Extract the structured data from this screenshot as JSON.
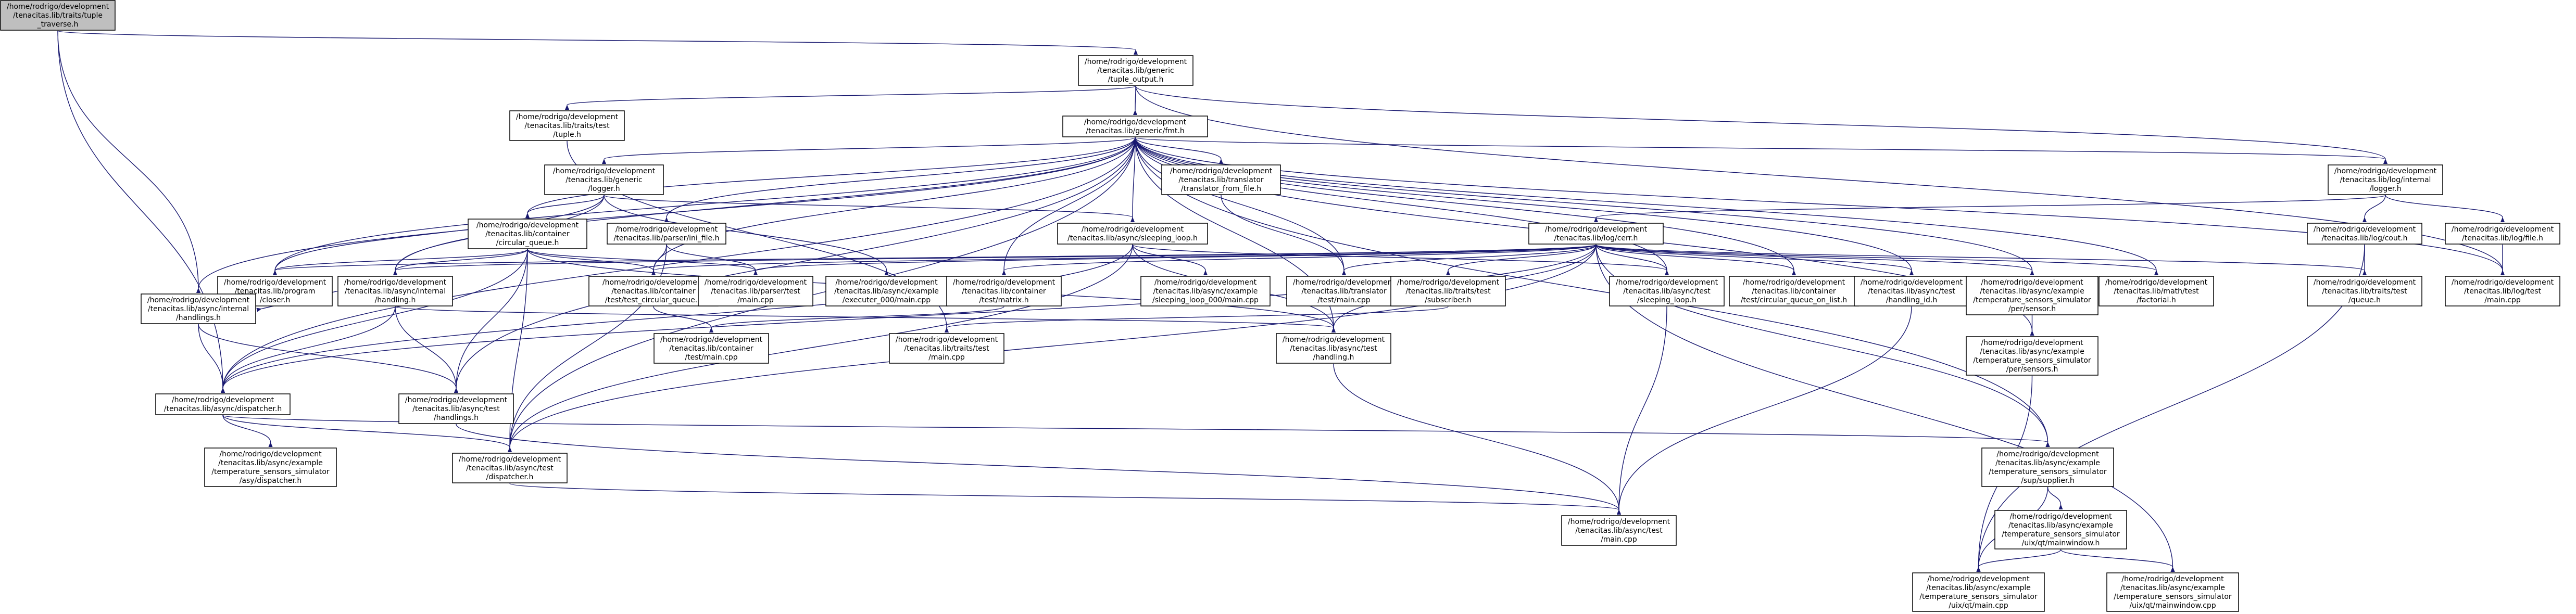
{
  "colors": {
    "node_fill": "#ffffff",
    "root_fill": "#bfbfbf",
    "node_border": "#000000",
    "edge": "#191970"
  },
  "nodes": [
    {
      "id": "traverse",
      "lines": [
        "/home/rodrigo/development",
        "/tenacitas.lib/traits/tuple",
        "_traverse.h"
      ],
      "root": true
    },
    {
      "id": "tuple_output",
      "lines": [
        "/home/rodrigo/development",
        "/tenacitas.lib/generic",
        "/tuple_output.h"
      ]
    },
    {
      "id": "traits_tuple",
      "lines": [
        "/home/rodrigo/development",
        "/tenacitas.lib/traits/test",
        "/tuple.h"
      ]
    },
    {
      "id": "fmt",
      "lines": [
        "/home/rodrigo/development",
        "/tenacitas.lib/generic/fmt.h"
      ]
    },
    {
      "id": "generic_logger",
      "lines": [
        "/home/rodrigo/development",
        "/tenacitas.lib/generic",
        "/logger.h"
      ]
    },
    {
      "id": "translator_from_file",
      "lines": [
        "/home/rodrigo/development",
        "/tenacitas.lib/translator",
        "/translator_from_file.h"
      ]
    },
    {
      "id": "log_internal_logger",
      "lines": [
        "/home/rodrigo/development",
        "/tenacitas.lib/log/internal",
        "/logger.h"
      ]
    },
    {
      "id": "circular_queue",
      "lines": [
        "/home/rodrigo/development",
        "/tenacitas.lib/container",
        "/circular_queue.h"
      ]
    },
    {
      "id": "parser_ini",
      "lines": [
        "/home/rodrigo/development",
        "/tenacitas.lib/parser/ini_file.h"
      ]
    },
    {
      "id": "sleeping_loop",
      "lines": [
        "/home/rodrigo/development",
        "/tenacitas.lib/async/sleeping_loop.h"
      ]
    },
    {
      "id": "log_cerr",
      "lines": [
        "/home/rodrigo/development",
        "/tenacitas.lib/log/cerr.h"
      ]
    },
    {
      "id": "log_cout",
      "lines": [
        "/home/rodrigo/development",
        "/tenacitas.lib/log/cout.h"
      ]
    },
    {
      "id": "log_file",
      "lines": [
        "/home/rodrigo/development",
        "/tenacitas.lib/log/file.h"
      ]
    },
    {
      "id": "program_closer",
      "lines": [
        "/home/rodrigo/development",
        "/tenacitas.lib/program",
        "/closer.h"
      ]
    },
    {
      "id": "async_internal_handling",
      "lines": [
        "/home/rodrigo/development",
        "/tenacitas.lib/async/internal",
        "/handling.h"
      ]
    },
    {
      "id": "test_circular_queue",
      "lines": [
        "/home/rodrigo/development",
        "/tenacitas.lib/container",
        "/test/test_circular_queue.h"
      ]
    },
    {
      "id": "parser_test_main",
      "lines": [
        "/home/rodrigo/development",
        "/tenacitas.lib/parser/test",
        "/main.cpp"
      ]
    },
    {
      "id": "executer_000",
      "lines": [
        "/home/rodrigo/development",
        "/tenacitas.lib/async/example",
        "/executer_000/main.cpp"
      ]
    },
    {
      "id": "matrix",
      "lines": [
        "/home/rodrigo/development",
        "/tenacitas.lib/container",
        "/test/matrix.h"
      ]
    },
    {
      "id": "sleeping_loop_000",
      "lines": [
        "/home/rodrigo/development",
        "/tenacitas.lib/async/example",
        "/sleeping_loop_000/main.cpp"
      ]
    },
    {
      "id": "translator_test_main",
      "lines": [
        "/home/rodrigo/development",
        "/tenacitas.lib/translator",
        "/test/main.cpp"
      ]
    },
    {
      "id": "traits_subscriber",
      "lines": [
        "/home/rodrigo/development",
        "/tenacitas.lib/traits/test",
        "/subscriber.h"
      ]
    },
    {
      "id": "test_sleeping_loop",
      "lines": [
        "/home/rodrigo/development",
        "/tenacitas.lib/async/test",
        "/sleeping_loop.h"
      ]
    },
    {
      "id": "circular_queue_on_list",
      "lines": [
        "/home/rodrigo/development",
        "/tenacitas.lib/container",
        "/test/circular_queue_on_list.h"
      ]
    },
    {
      "id": "handling_id",
      "lines": [
        "/home/rodrigo/development",
        "/tenacitas.lib/async/test",
        "/handling_id.h"
      ]
    },
    {
      "id": "sensor",
      "lines": [
        "/home/rodrigo/development",
        "/tenacitas.lib/async/example",
        "/temperature_sensors_simulator",
        "/per/sensor.h"
      ]
    },
    {
      "id": "factorial",
      "lines": [
        "/home/rodrigo/development",
        "/tenacitas.lib/math/test",
        "/factorial.h"
      ]
    },
    {
      "id": "traits_queue",
      "lines": [
        "/home/rodrigo/development",
        "/tenacitas.lib/traits/test",
        "/queue.h"
      ]
    },
    {
      "id": "log_test_main",
      "lines": [
        "/home/rodrigo/development",
        "/tenacitas.lib/log/test",
        "/main.cpp"
      ]
    },
    {
      "id": "async_internal_handlings",
      "lines": [
        "/home/rodrigo/development",
        "/tenacitas.lib/async/internal",
        "/handlings.h"
      ]
    },
    {
      "id": "container_test_main",
      "lines": [
        "/home/rodrigo/development",
        "/tenacitas.lib/container",
        "/test/main.cpp"
      ]
    },
    {
      "id": "traits_test_main",
      "lines": [
        "/home/rodrigo/development",
        "/tenacitas.lib/traits/test",
        "/main.cpp"
      ]
    },
    {
      "id": "test_handling",
      "lines": [
        "/home/rodrigo/development",
        "/tenacitas.lib/async/test",
        "/handling.h"
      ]
    },
    {
      "id": "sensors",
      "lines": [
        "/home/rodrigo/development",
        "/tenacitas.lib/async/example",
        "/temperature_sensors_simulator",
        "/per/sensors.h"
      ]
    },
    {
      "id": "dispatcher",
      "lines": [
        "/home/rodrigo/development",
        "/tenacitas.lib/async/dispatcher.h"
      ]
    },
    {
      "id": "test_handlings",
      "lines": [
        "/home/rodrigo/development",
        "/tenacitas.lib/async/test",
        "/handlings.h"
      ]
    },
    {
      "id": "asy_dispatcher",
      "lines": [
        "/home/rodrigo/development",
        "/tenacitas.lib/async/example",
        "/temperature_sensors_simulator",
        "/asy/dispatcher.h"
      ]
    },
    {
      "id": "test_dispatcher",
      "lines": [
        "/home/rodrigo/development",
        "/tenacitas.lib/async/test",
        "/dispatcher.h"
      ]
    },
    {
      "id": "supplier",
      "lines": [
        "/home/rodrigo/development",
        "/tenacitas.lib/async/example",
        "/temperature_sensors_simulator",
        "/sup/supplier.h"
      ]
    },
    {
      "id": "mainwindow_h",
      "lines": [
        "/home/rodrigo/development",
        "/tenacitas.lib/async/example",
        "/temperature_sensors_simulator",
        "/uix/qt/mainwindow.h"
      ]
    },
    {
      "id": "async_test_main",
      "lines": [
        "/home/rodrigo/development",
        "/tenacitas.lib/async/test",
        "/main.cpp"
      ]
    },
    {
      "id": "qt_main",
      "lines": [
        "/home/rodrigo/development",
        "/tenacitas.lib/async/example",
        "/temperature_sensors_simulator",
        "/uix/qt/main.cpp"
      ]
    },
    {
      "id": "mainwindow_cpp",
      "lines": [
        "/home/rodrigo/development",
        "/tenacitas.lib/async/example",
        "/temperature_sensors_simulator",
        "/uix/qt/mainwindow.cpp"
      ]
    }
  ]
}
